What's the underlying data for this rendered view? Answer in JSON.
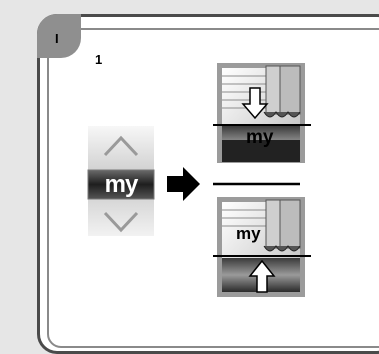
{
  "tab_label": "I",
  "step_number": "1",
  "remote": {
    "my_label": "my"
  },
  "window_top": {
    "my_label": "my"
  },
  "window_bottom": {
    "my_label": "my"
  },
  "icons": [
    "chevron-up-icon",
    "chevron-down-icon",
    "arrow-right-icon",
    "arrow-down-icon",
    "arrow-up-icon"
  ],
  "colors": {
    "frame": "#4a4a4a",
    "tab": "#8f8f8f",
    "my_button": "#3a3a3a"
  }
}
